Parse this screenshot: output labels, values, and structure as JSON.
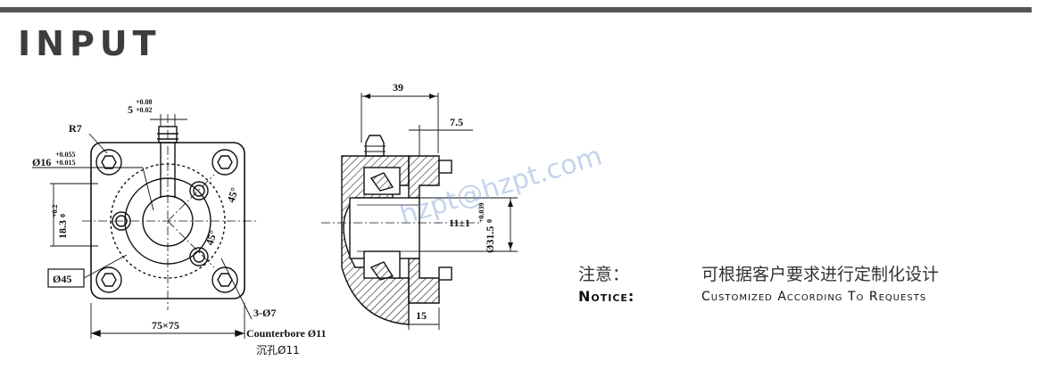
{
  "header": {
    "title": "INPUT"
  },
  "front_view": {
    "r7": "R7",
    "width_tol": "5",
    "width_tol_up": "+0.08",
    "width_tol_low": "+0.02",
    "bore": "Ø16",
    "bore_up": "+0.055",
    "bore_low": "+0.015",
    "key_height": "18.3",
    "key_up": "+0.2",
    "key_low": "0",
    "pilot": "Ø45",
    "angle_a": "45°",
    "angle_b": "45°",
    "square": "75×75",
    "holes": "3-Ø7",
    "counterbore": "Counterbore Ø11",
    "counterbore_cn": "沉孔Ø11"
  },
  "side_view": {
    "len_39": "39",
    "len_7_5": "7.5",
    "len_11": "11±1",
    "dia": "Ø31.5",
    "dia_up": "+0.039",
    "dia_low": "0",
    "len_15": "15"
  },
  "watermark": "hzpt@hzpt.com",
  "notice": {
    "label_cn": "注意：",
    "text_cn": "可根据客户要求进行定制化设计",
    "label_en": "Notice:",
    "text_en": "Customized According To Requests"
  }
}
